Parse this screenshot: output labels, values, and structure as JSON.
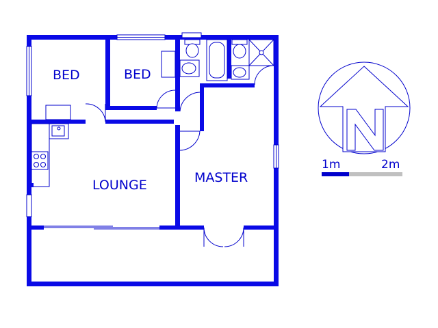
{
  "plan": {
    "rooms": {
      "bed1": "BED",
      "bed2": "BED",
      "lounge": "LOUNGE",
      "master": "MASTER"
    },
    "colors": {
      "walls": "#0a0ae6",
      "lines": "#0000cc",
      "scale_light": "#c0c0c0"
    }
  },
  "scale_bar": {
    "label_1": "1m",
    "label_2": "2m"
  },
  "north_arrow": {
    "icon": "north-arrow-icon",
    "letter": "N"
  }
}
